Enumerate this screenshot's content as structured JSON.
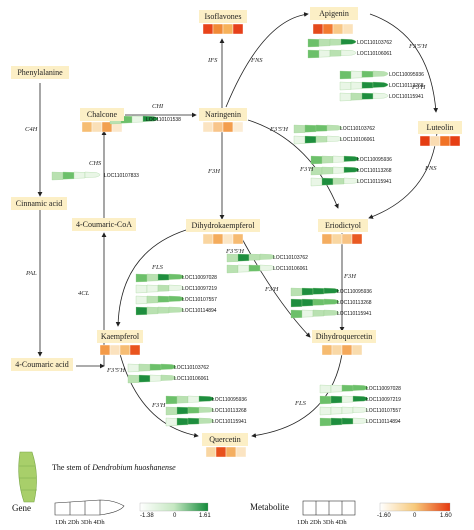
{
  "metabolites": {
    "phenylalanine": "Phenylalanine",
    "cinnamic_acid": "Cinnamic acid",
    "coumaric_acid": "4-Coumaric acid",
    "coumaroyl_coa": "4-Coumaric-CoA",
    "chalcone": "Chalcone",
    "naringenin": "Naringenin",
    "isoflavones": "Isoflavones",
    "apigenin": "Apigenin",
    "luteolin": "Luteolin",
    "eriodictyol": "Eriodictyol",
    "dihydrokaempferol": "Dihydrokaempferol",
    "kaempferol": "Kaempferol",
    "dihydroquercetin": "Dihydroquercetin",
    "quercetin": "Quercetin"
  },
  "enzymes": {
    "c4h": "C4H",
    "pal": "PAL",
    "fourcl": "4CL",
    "chs": "CHS",
    "chi": "CHI",
    "ifs": "IFS",
    "fns1": "FNS",
    "f3h_1": "F3'5'H",
    "f3h_2": "F3'H",
    "f3h_3": "F3'5'H",
    "f3h_4": "F3'H",
    "fns2": "FNS",
    "f3h": "F3H",
    "f3h_e": "F3H",
    "fls1": "FLS",
    "f3h_5": "F3'5'H",
    "f3h_6": "F3'H",
    "f3h_7": "F3'5'H",
    "f3h_8": "F3'H",
    "fls2": "FLS"
  },
  "genes": {
    "chs": [
      "LOC110107833"
    ],
    "chi": [
      "LOC110101538"
    ],
    "api_f35h": [
      "LOC110103762",
      "LOC110106061"
    ],
    "api_f3h": [
      "LOC110095936",
      "LOC110113268",
      "LOC110115941"
    ],
    "nar_f35h": [
      "LOC110103762",
      "LOC110106061"
    ],
    "nar_f3h": [
      "LOC110095936",
      "LOC110113268",
      "LOC110115941"
    ],
    "fls1": [
      "LOC110097028",
      "LOC110097219",
      "LOC110107557",
      "LOC110114894"
    ],
    "dhk_f35h": [
      "LOC110103762",
      "LOC110106061"
    ],
    "dhk_f3h": [
      "LOC110095936",
      "LOC110113268",
      "LOC110115941"
    ],
    "kae_f35h": [
      "LOC110103762",
      "LOC110106061"
    ],
    "kae_f3h": [
      "LOC110095936",
      "LOC110113268",
      "LOC110115941"
    ],
    "fls2": [
      "LOC110097028",
      "LOC110097219",
      "LOC110107557",
      "LOC110114894"
    ]
  },
  "legend": {
    "caption_prefix": "The stem of ",
    "caption_species": "Dendrobium huoshanense",
    "gene_label": "Gene",
    "gene_min": "-1.38",
    "gene_mid": "0",
    "gene_max": "1.61",
    "metabolite_label": "Metabolite",
    "met_min": "-1.60",
    "met_mid": "0",
    "met_max": "1.60",
    "stages": [
      "1Dh",
      "2Dh",
      "3Dh",
      "4Dh"
    ],
    "gene_stage_text": "1Dh  2Dh  3Dh  4Dh",
    "met_stage_text": "1Dh  2Dh  3Dh  4Dh"
  },
  "colors": {
    "metabolite_label_bg": "#fcefc6",
    "gene_high": "#1e8e3e",
    "gene_low": "#ffffff",
    "met_high": "#e43c12",
    "met_low": "#ffffff"
  }
}
